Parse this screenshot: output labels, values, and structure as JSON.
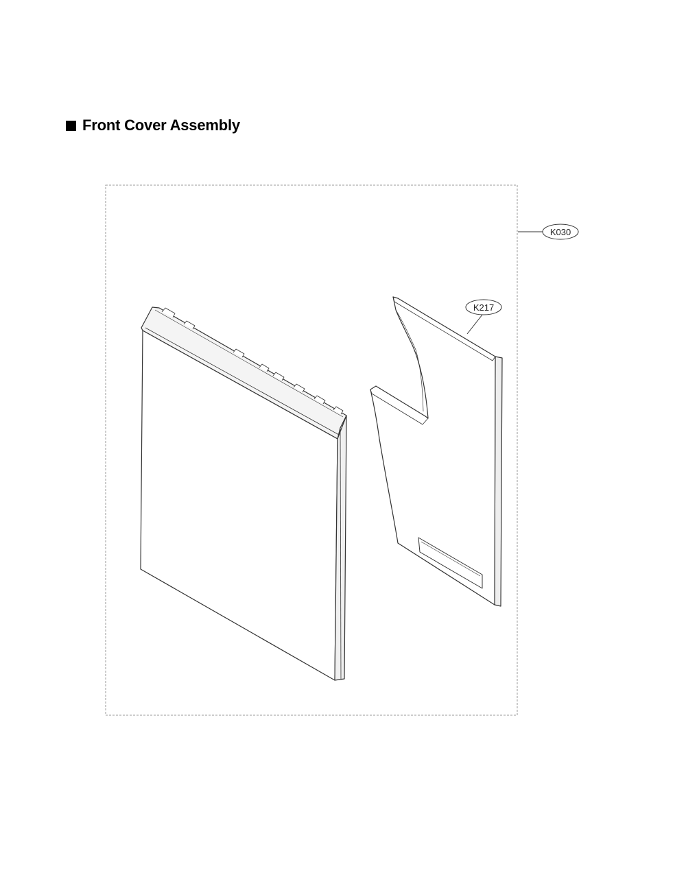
{
  "header": {
    "title": "Front Cover Assembly"
  },
  "diagram": {
    "callouts": [
      {
        "id": "assembly",
        "label": "K030"
      },
      {
        "id": "pad",
        "label": "K217"
      }
    ]
  }
}
